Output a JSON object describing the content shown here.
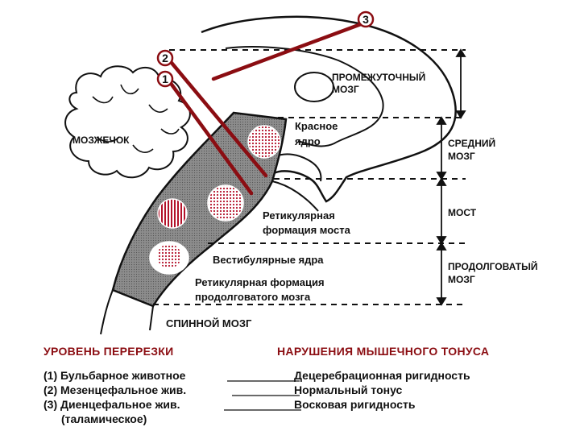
{
  "labels": {
    "cerebellum": "МОЗЖЕЧОК",
    "diencephalon": [
      "ПРОМЕЖУТОЧНЫЙ",
      "МОЗГ"
    ],
    "midbrain": [
      "СРЕДНИЙ",
      "МОЗГ"
    ],
    "pons": "МОСТ",
    "medulla": [
      "ПРОДОЛГОВАТЫЙ",
      "МОЗГ"
    ],
    "spinal_cord": "СПИННОЙ МОЗГ",
    "red_nucleus": [
      "Красное",
      "ядро"
    ],
    "pontine_rf": [
      "Ретикулярная",
      "формация моста"
    ],
    "vestibular_nuclei": "Вестибулярные ядра",
    "medullary_rf": [
      "Ретикулярная формация",
      "продолговатого мозга"
    ]
  },
  "cut_markers": [
    "1",
    "2",
    "3"
  ],
  "headers": {
    "level": "УРОВЕНЬ ПЕРЕРЕЗКИ",
    "disorder": "НАРУШЕНИЯ МЫШЕЧНОГО ТОНУСА"
  },
  "table": [
    {
      "num": "(1)",
      "level": "Бульбарное животное",
      "disorder": "Децеребрационная ригидность"
    },
    {
      "num": "(2)",
      "level": "Мезенцефальное жив.",
      "disorder": "Нормальный тонус"
    },
    {
      "num": "(3)",
      "level": "Диенцефальное жив.",
      "disorder": "Восковая ригидность"
    }
  ],
  "table_line4": "(таламическое)",
  "colors": {
    "accent_red": "#8b0d12",
    "stem_fill": "#8c8c8c",
    "outline": "#111111"
  }
}
